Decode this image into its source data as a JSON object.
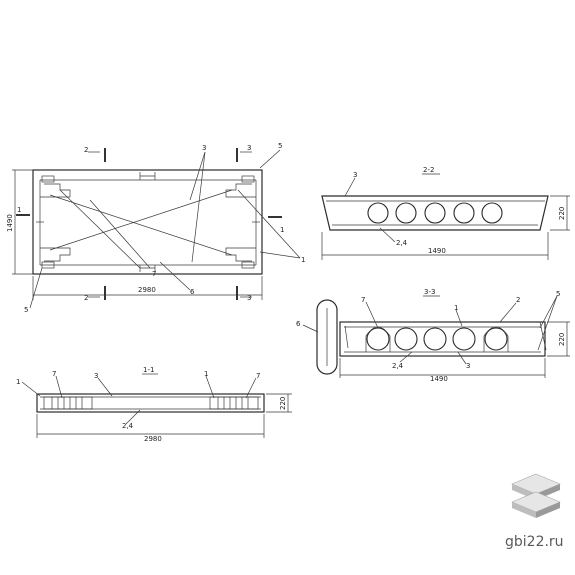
{
  "views": {
    "plan": {
      "cut_labels": [
        "2",
        "2",
        "3",
        "3",
        "1",
        "1"
      ],
      "callouts": [
        "3",
        "5",
        "1",
        "5",
        "6",
        "7"
      ],
      "dim_length": "2980",
      "dim_width": "1490"
    },
    "section_2_2": {
      "title": "2-2",
      "callouts": [
        "3",
        "2,4"
      ],
      "dim_width": "1490",
      "dim_height": "220"
    },
    "section_3_3": {
      "title": "3-3",
      "callouts": [
        "7",
        "1",
        "2",
        "5",
        "6",
        "2,4",
        "3"
      ],
      "dim_width": "1490",
      "dim_height": "220"
    },
    "section_1_1": {
      "title": "1-1",
      "callouts": [
        "1",
        "7",
        "3",
        "1",
        "7",
        "2,4"
      ],
      "dim_length": "2980",
      "dim_height": "220"
    }
  },
  "watermark": {
    "site": "gbi22.ru",
    "logo_icon": "stacked-slabs-icon",
    "logo_colors": [
      "#c9c9c9",
      "#9a9a9a",
      "#e6e6e6"
    ]
  }
}
